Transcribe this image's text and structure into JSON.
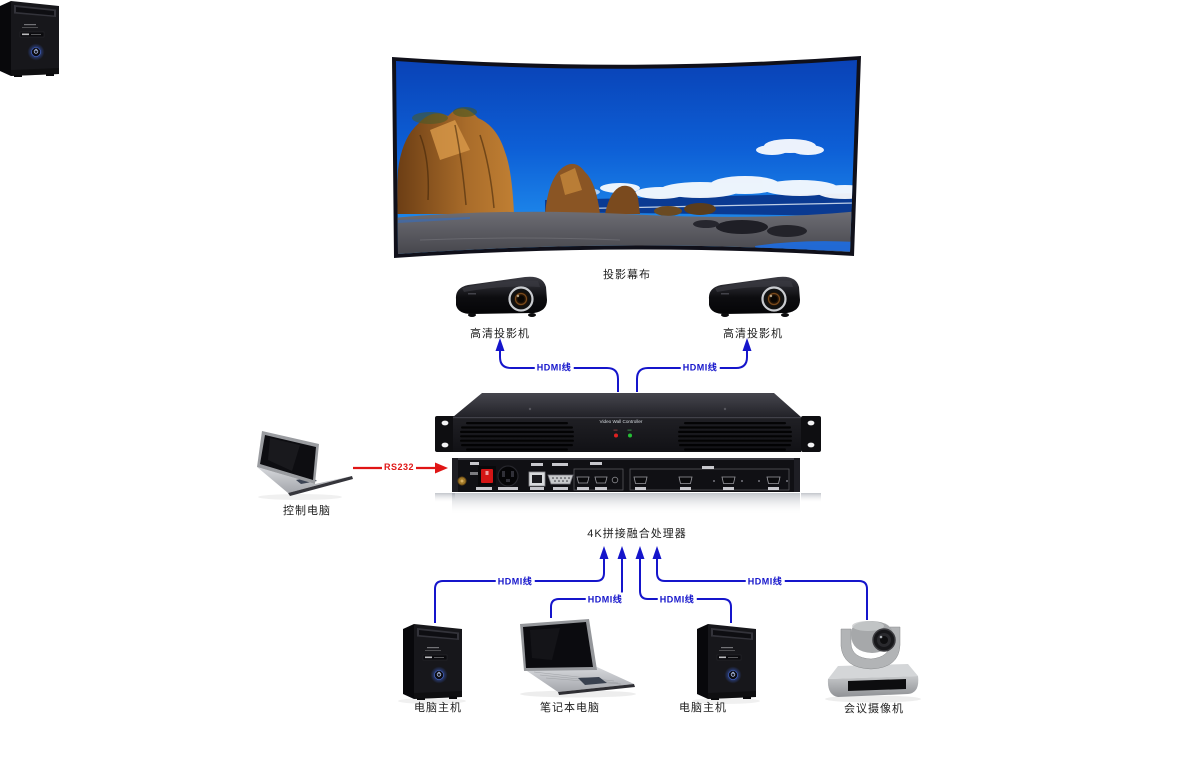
{
  "labels": {
    "screen": "投影幕布",
    "projector_left": "高清投影机",
    "projector_right": "高清投影机",
    "processor": "4K拼接融合处理器",
    "control_pc": "控制电脑",
    "tower_left": "电脑主机",
    "laptop_bottom": "笔记本电脑",
    "tower_right": "电脑主机",
    "camera": "会议摄像机"
  },
  "device_text": {
    "controller_front": "Video Wall Controller"
  },
  "connections": {
    "rs232": "RS232",
    "hdmi_top_left": "HDMI线",
    "hdmi_top_right": "HDMI线",
    "hdmi_bottom_1": "HDMI线",
    "hdmi_bottom_2": "HDMI线",
    "hdmi_bottom_3": "HDMI线",
    "hdmi_bottom_4": "HDMI线"
  },
  "colors": {
    "cable_blue": "#1515cb",
    "cable_red": "#e01515",
    "led_red": "#e02020",
    "led_green": "#25c035",
    "power_switch": "#d41515"
  }
}
